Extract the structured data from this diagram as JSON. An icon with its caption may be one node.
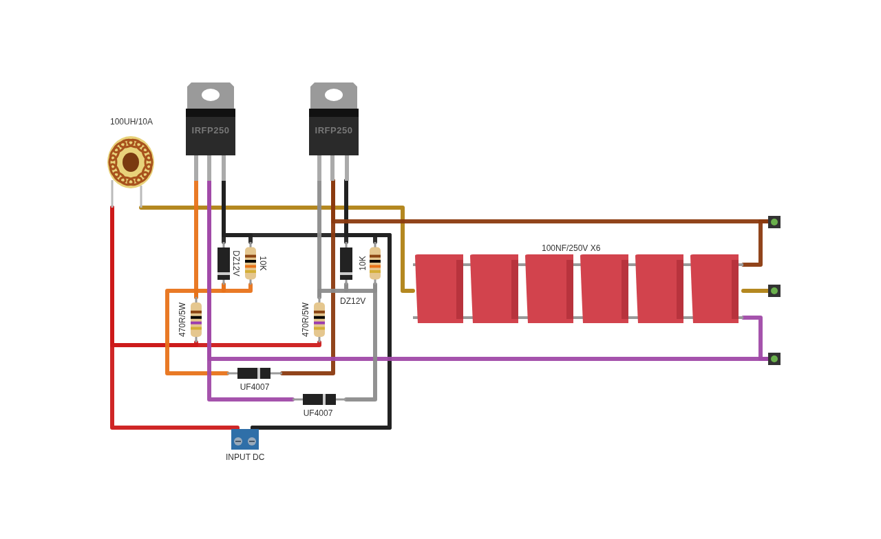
{
  "diagram": {
    "nodes": [
      {
        "text": [
          "100UH/10A"
        ]
      },
      {
        "text": [
          "IRFP250"
        ]
      },
      {
        "text": [
          "IRFP250"
        ]
      },
      {
        "text": [
          "DZ12V"
        ]
      },
      {
        "text": [
          "10K"
        ]
      },
      {
        "text": [
          "470R/5W"
        ]
      },
      {
        "text": [
          "470R/5W"
        ]
      },
      {
        "text": [
          "DZ12V"
        ]
      },
      {
        "text": [
          "10K"
        ]
      },
      {
        "text": [
          "100NF/250V X6"
        ]
      },
      {
        "text": [],
        "shape": "box"
      },
      {
        "text": [],
        "shape": "box"
      },
      {
        "text": [],
        "shape": "box"
      },
      {
        "text": [
          "UF4007"
        ]
      },
      {
        "text": [
          "UF4007"
        ]
      },
      {
        "text": [
          "INPUT DC"
        ]
      }
    ],
    "edges": [
      {
        "from": 0,
        "to": 15,
        "arrow": "none",
        "color": "#cc1a1a"
      },
      {
        "from": 0,
        "to": 5,
        "arrow": "none",
        "color": "#cc1a1a"
      },
      {
        "from": 0,
        "to": 6,
        "arrow": "none",
        "color": "#cc1a1a"
      },
      {
        "from": 0,
        "to": 9,
        "arrow": "none",
        "color": "#b08214"
      },
      {
        "from": 9,
        "to": 11,
        "arrow": "none",
        "color": "#b08214"
      },
      {
        "from": 1,
        "to": 15,
        "arrow": "none",
        "color": "#222222"
      },
      {
        "from": 2,
        "to": 15,
        "arrow": "none",
        "color": "#222222"
      },
      {
        "from": 1,
        "to": 3,
        "arrow": "none",
        "color": "#222222"
      },
      {
        "from": 1,
        "to": 4,
        "arrow": "none",
        "color": "#222222"
      },
      {
        "from": 2,
        "to": 7,
        "arrow": "none",
        "color": "#222222"
      },
      {
        "from": 2,
        "to": 8,
        "arrow": "none",
        "color": "#222222"
      },
      {
        "from": 1,
        "to": 5,
        "arrow": "none",
        "color": "#e8731a"
      },
      {
        "from": 5,
        "to": 3,
        "arrow": "none",
        "color": "#e8731a"
      },
      {
        "from": 3,
        "to": 4,
        "arrow": "none",
        "color": "#e8731a"
      },
      {
        "from": 5,
        "to": 13,
        "arrow": "none",
        "color": "#e8731a"
      },
      {
        "from": 13,
        "to": 2,
        "arrow": "none",
        "color": "#8b3a0f"
      },
      {
        "from": 2,
        "to": 10,
        "arrow": "none",
        "color": "#8b3a0f"
      },
      {
        "from": 9,
        "to": 10,
        "arrow": "none",
        "color": "#8b3a0f"
      },
      {
        "from": 1,
        "to": 14,
        "arrow": "none",
        "color": "#a04aa8"
      },
      {
        "from": 1,
        "to": 12,
        "arrow": "none",
        "color": "#a04aa8"
      },
      {
        "from": 9,
        "to": 12,
        "arrow": "none",
        "color": "#a04aa8"
      },
      {
        "from": 2,
        "to": 6,
        "arrow": "none",
        "color": "#8c8c8c"
      },
      {
        "from": 6,
        "to": 7,
        "arrow": "none",
        "color": "#8c8c8c"
      },
      {
        "from": 7,
        "to": 8,
        "arrow": "none",
        "color": "#8c8c8c"
      },
      {
        "from": 8,
        "to": 14,
        "arrow": "none",
        "color": "#8c8c8c"
      }
    ]
  }
}
